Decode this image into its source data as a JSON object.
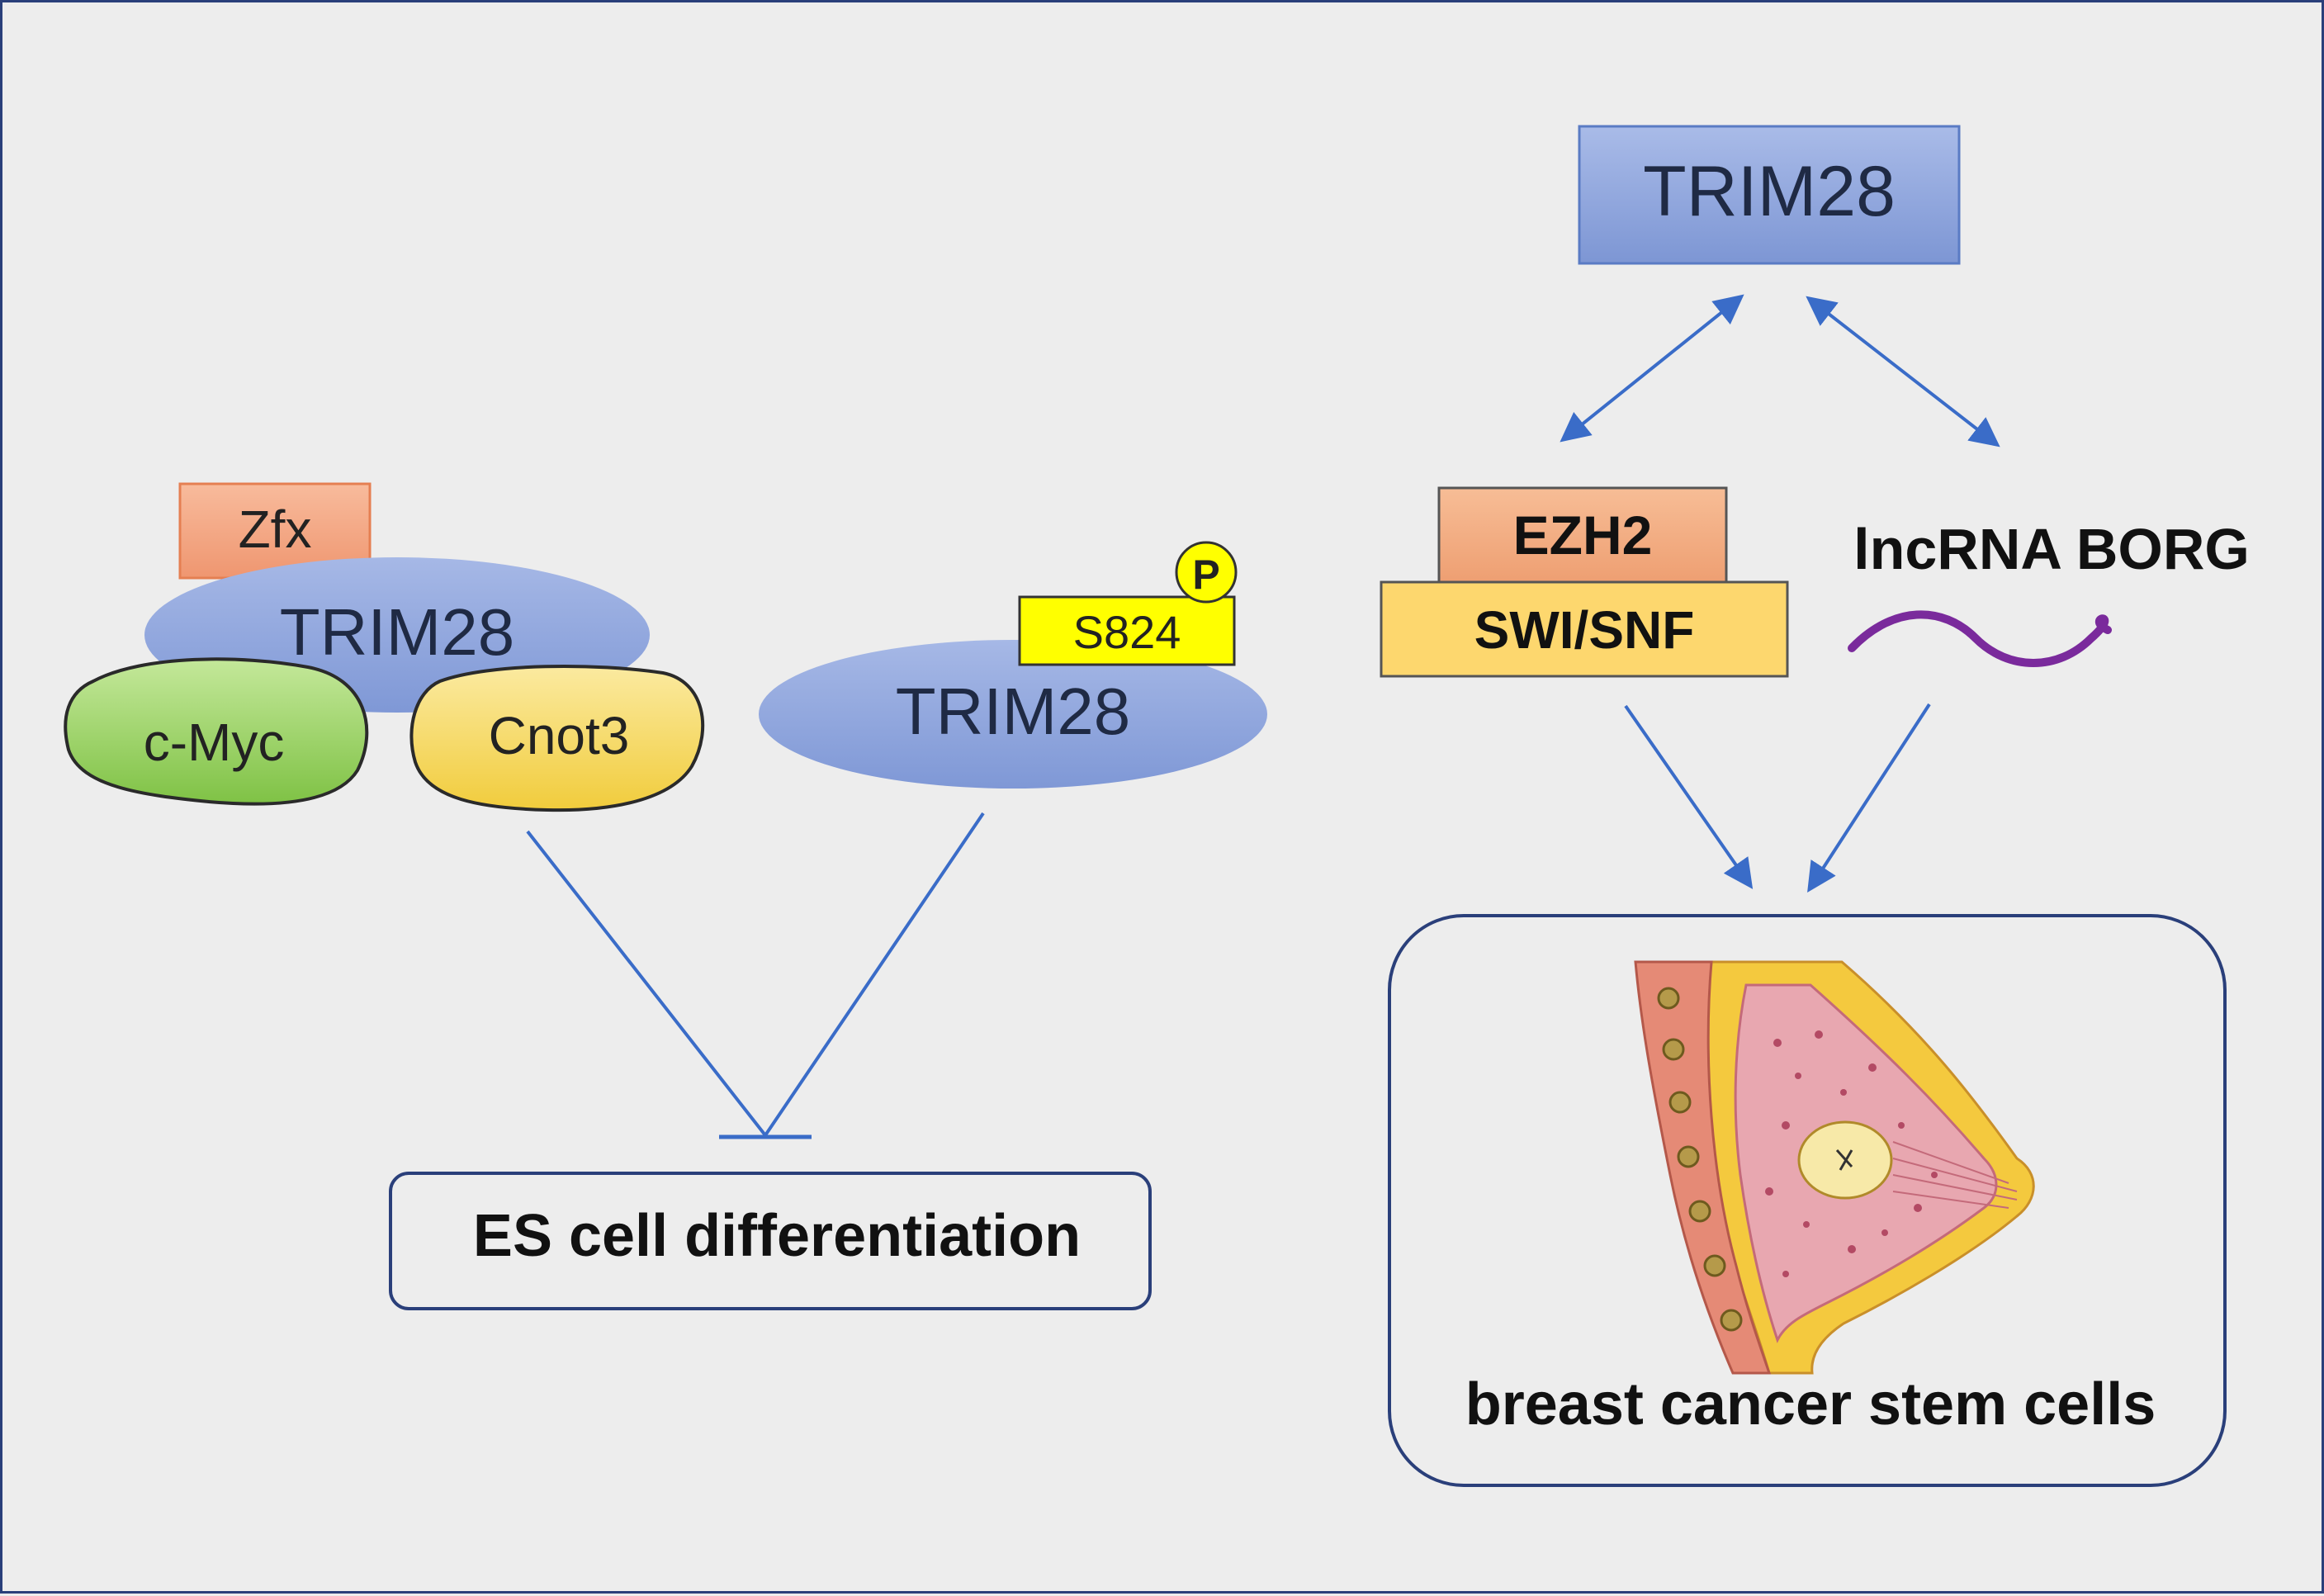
{
  "left_panel": {
    "complex": {
      "zfx": "Zfx",
      "trim28": "TRIM28",
      "cmyc": "c-Myc",
      "cnot3": "Cnot3"
    },
    "phospho_trim28": {
      "site": "S824",
      "phospho_mark": "P",
      "trim28": "TRIM28"
    },
    "target": "ES cell differentiation"
  },
  "right_panel": {
    "top_node": "TRIM28",
    "ezh2": "EZH2",
    "swisnf": "SWI/SNF",
    "lncrna": "lncRNA BORG",
    "target": "breast cancer stem cells"
  },
  "colors": {
    "background": "#ededed",
    "border": "#2a3f7a",
    "arrow": "#3a6cc8",
    "trim28_fill": "#8fa6dc",
    "zfx_fill": "#f4a583",
    "cmyc_fill": "#9fd36a",
    "cnot3_fill": "#f7dd6b",
    "yellow": "#ffff00",
    "swisnf_fill": "#fdd76e",
    "lncrna_wave": "#7a2a9c"
  }
}
